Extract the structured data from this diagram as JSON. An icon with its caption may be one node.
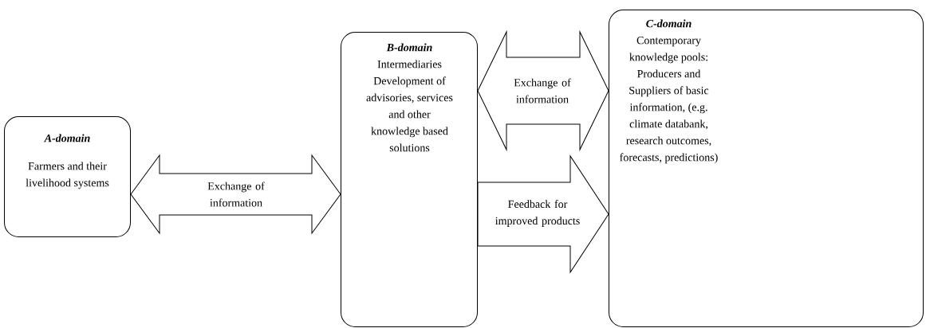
{
  "diagram": {
    "nodes": [
      {
        "text": [
          "A-domain",
          "Farmers and their livelihood systems"
        ]
      },
      {
        "text": [
          "B-domain",
          "Intermediaries",
          "Development of advisories, services and other knowledge based solutions"
        ]
      },
      {
        "text": [
          "C-domain",
          "Contemporary knowledge pools: Producers and Suppliers of basic information, (e.g. climate databank, research outcomes, forecasts, predictions)"
        ]
      }
    ],
    "edges": [
      {
        "from": 0,
        "to": 1,
        "arrow": "both",
        "label": "Exchange of information"
      },
      {
        "from": 1,
        "to": 2,
        "arrow": "both",
        "label": "Exchange of information"
      },
      {
        "from": 1,
        "to": 2,
        "arrow": "to",
        "label": "Feedback for improved products"
      }
    ]
  }
}
